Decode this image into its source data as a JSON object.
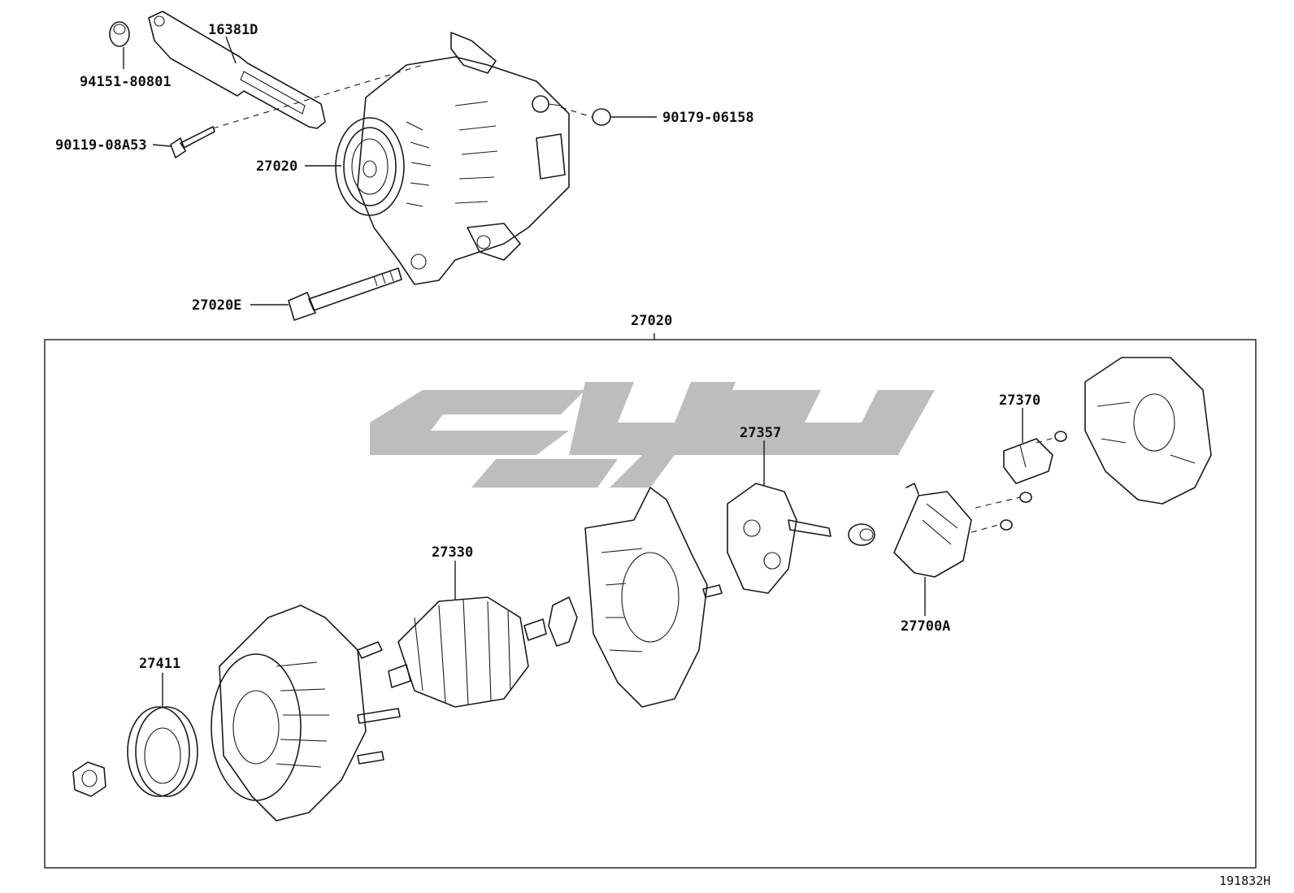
{
  "diagram": {
    "drawing_number": "191832H",
    "watermark": "Watermark logo",
    "assembly": {
      "label": "27020"
    },
    "callouts": [
      {
        "id": "c-94151",
        "text": "94151-80801"
      },
      {
        "id": "c-16381d",
        "text": "16381D"
      },
      {
        "id": "c-90119",
        "text": "90119-08A53"
      },
      {
        "id": "c-27020-top",
        "text": "27020"
      },
      {
        "id": "c-90179",
        "text": "90179-06158"
      },
      {
        "id": "c-27020e",
        "text": "27020E"
      },
      {
        "id": "c-27411",
        "text": "27411"
      },
      {
        "id": "c-27330",
        "text": "27330"
      },
      {
        "id": "c-27357",
        "text": "27357"
      },
      {
        "id": "c-27370",
        "text": "27370"
      },
      {
        "id": "c-27700a",
        "text": "27700A"
      }
    ]
  }
}
